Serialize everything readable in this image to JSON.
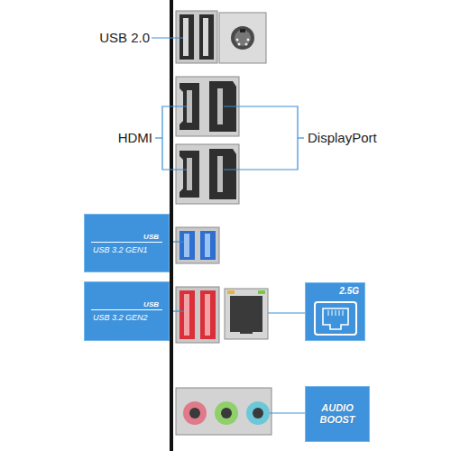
{
  "diagram": {
    "nodes": [
      {
        "text": [
          "USB",
          "USB 3.2 GEN1"
        ]
      },
      {
        "text": [
          "USB",
          "USB 3.2 GEN2"
        ]
      },
      {
        "text": [
          "2.5G"
        ]
      },
      {
        "text": [
          "AUDIO BOOST"
        ]
      }
    ],
    "labels": [
      "USB 2.0",
      "HDMI",
      "DisplayPort"
    ]
  }
}
